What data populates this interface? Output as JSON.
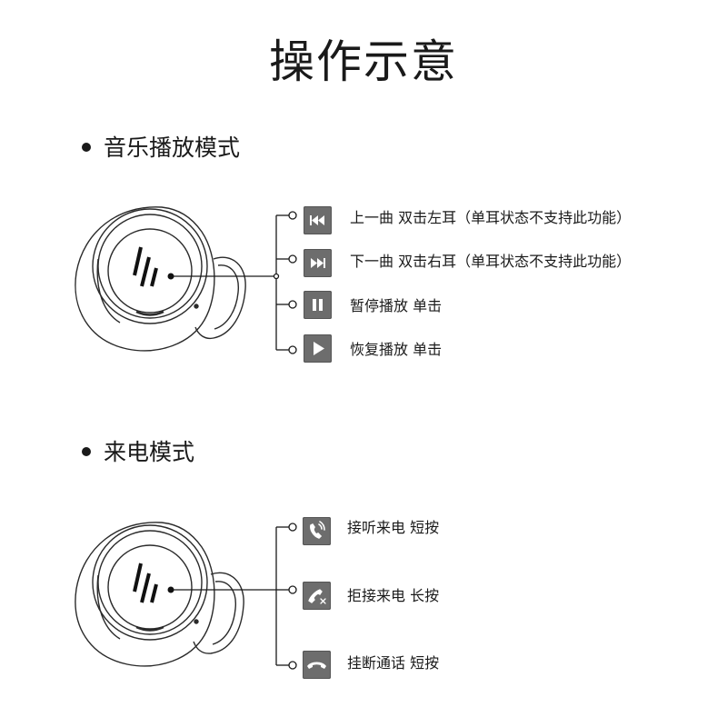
{
  "title": "操作示意",
  "music_section": {
    "title": "音乐播放模式",
    "rows": [
      {
        "icon": "previous-track-icon",
        "label": "上一曲 双击左耳（单耳状态不支持此功能）"
      },
      {
        "icon": "next-track-icon",
        "label": "下一曲 双击右耳（单耳状态不支持此功能）"
      },
      {
        "icon": "pause-icon",
        "label": "暂停播放  单击"
      },
      {
        "icon": "play-icon",
        "label": "恢复播放  单击"
      }
    ]
  },
  "call_section": {
    "title": "来电模式",
    "rows": [
      {
        "icon": "answer-call-icon",
        "label": "接听来电  短按"
      },
      {
        "icon": "reject-call-icon",
        "label": "拒接来电  长按"
      },
      {
        "icon": "hang-up-icon",
        "label": "挂断通话  短按"
      }
    ]
  },
  "colors": {
    "icon_bg": "#6d6d6d",
    "line": "#1a1a1a"
  }
}
